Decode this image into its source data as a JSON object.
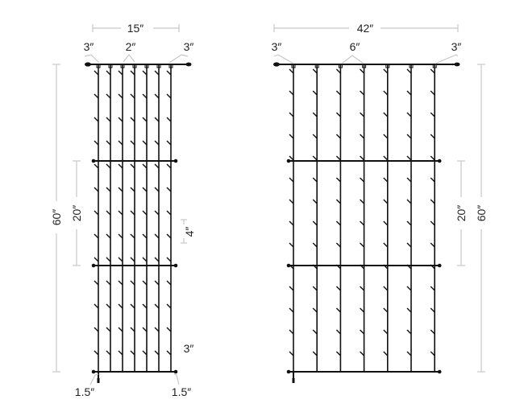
{
  "diagrams": [
    {
      "name": "narrow-curtain",
      "width_label": "15″",
      "end_spacing_left": "3″",
      "strand_spacing": "2″",
      "end_spacing_right": "3″",
      "height_label": "60″",
      "section_label": "20″",
      "bulb_spacing_label": "4″",
      "bottom_bulb_label": "3″",
      "bottom_left_label": "1.5″",
      "bottom_right_label": "1.5″",
      "strands": 7
    },
    {
      "name": "wide-curtain",
      "width_label": "42″",
      "end_spacing_left": "3″",
      "strand_spacing": "6″",
      "end_spacing_right": "3″",
      "section_label": "20″",
      "height_label": "60″",
      "strands": 7
    }
  ]
}
